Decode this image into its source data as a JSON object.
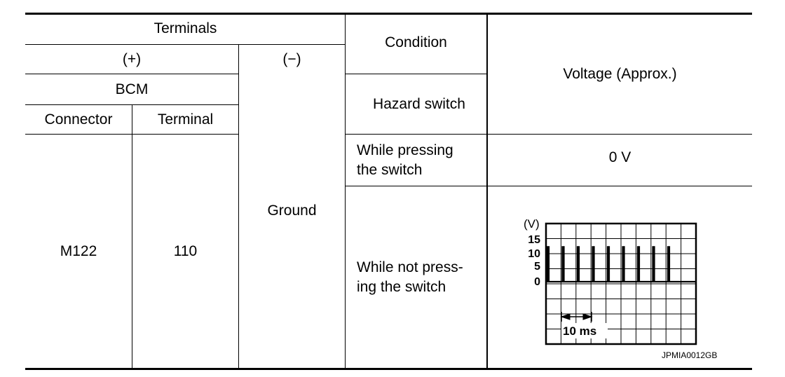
{
  "table": {
    "headers": {
      "terminals": "Terminals",
      "plus": "(+)",
      "minus": "(−)",
      "condition": "Condition",
      "voltage": "Voltage (Approx.)",
      "bcm": "BCM",
      "connector": "Connector",
      "terminal": "Terminal"
    },
    "row": {
      "connector": "M122",
      "terminal": "110",
      "minus": "Ground",
      "switch": "Hazard switch",
      "conditions": [
        {
          "text": "While pressing\nthe switch",
          "voltage": "0 V"
        },
        {
          "text": "While not press-\ning the switch",
          "voltage": ""
        }
      ]
    }
  },
  "scope": {
    "unit": "(V)",
    "y_ticks": [
      "15",
      "10",
      "5",
      "0"
    ],
    "time_label": "10 ms",
    "figure_code": "JPMIA0012GB",
    "pulse_high_v": 12,
    "pulse_count": 9
  }
}
